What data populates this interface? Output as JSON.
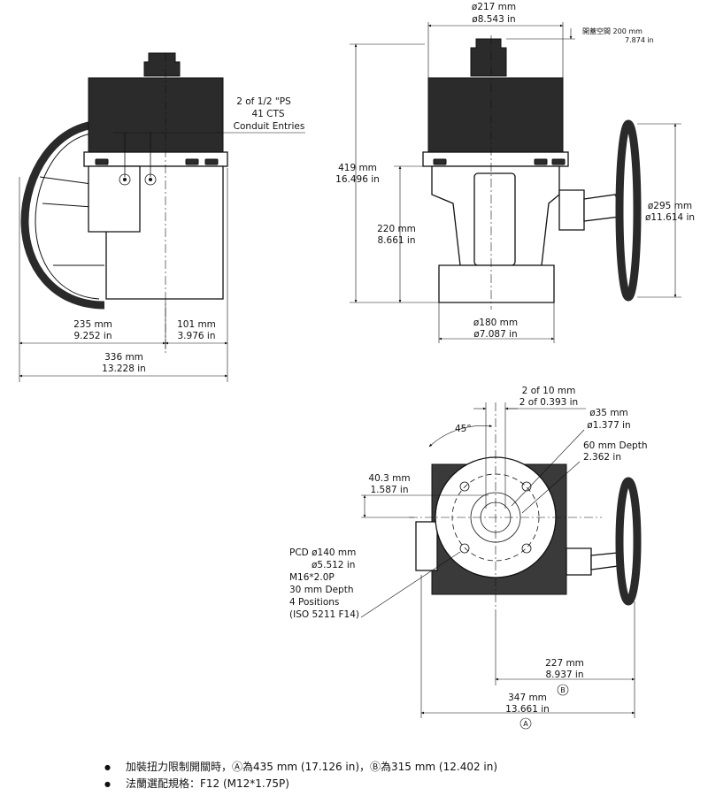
{
  "top_dim": {
    "mm": "ø217 mm",
    "in": "ø8.543 in"
  },
  "clearance": {
    "label": "開蓋空間 200 mm",
    "in": "7.874 in"
  },
  "conduit": {
    "line1": "2 of 1/2 \"PS",
    "line2": "41 CTS",
    "line3": "Conduit Entries"
  },
  "height": {
    "mm": "419 mm",
    "in": "16.496 in"
  },
  "base_height": {
    "mm": "220 mm",
    "in": "8.661 in"
  },
  "handwheel": {
    "mm": "ø295 mm",
    "in": "ø11.614 in"
  },
  "side_left": {
    "mm": "235 mm",
    "in": "9.252 in"
  },
  "side_right": {
    "mm": "101 mm",
    "in": "3.976 in"
  },
  "side_total": {
    "mm": "336 mm",
    "in": "13.228 in"
  },
  "base_dia": {
    "mm": "ø180 mm",
    "in": "ø7.087 in"
  },
  "key": {
    "line1": "2 of 10 mm",
    "line2": "2 of 0.393 in"
  },
  "bore": {
    "mm": "ø35 mm",
    "in": "ø1.377 in"
  },
  "depth": {
    "mm": "60 mm  Depth",
    "in": "2.362 in"
  },
  "angle": "45°",
  "offset": {
    "mm": "40.3 mm",
    "in": "1.587 in"
  },
  "pcd": {
    "line1": "PCD ø140 mm",
    "line2": "ø5.512 in",
    "line3": "M16*2.0P",
    "line4": "30 mm Depth",
    "line5": "4 Positions",
    "line6": "(ISO 5211 F14)"
  },
  "dim_b": {
    "mm": "227 mm",
    "in": "8.937 in",
    "marker": "B"
  },
  "dim_a": {
    "mm": "347 mm",
    "in": "13.661 in",
    "marker": "A"
  },
  "notes": [
    "加裝扭力限制開關時，Ⓐ為435 mm (17.126 in)，Ⓑ為315 mm (12.402 in)",
    "法蘭選配規格：F12 (M12*1.75P)"
  ]
}
